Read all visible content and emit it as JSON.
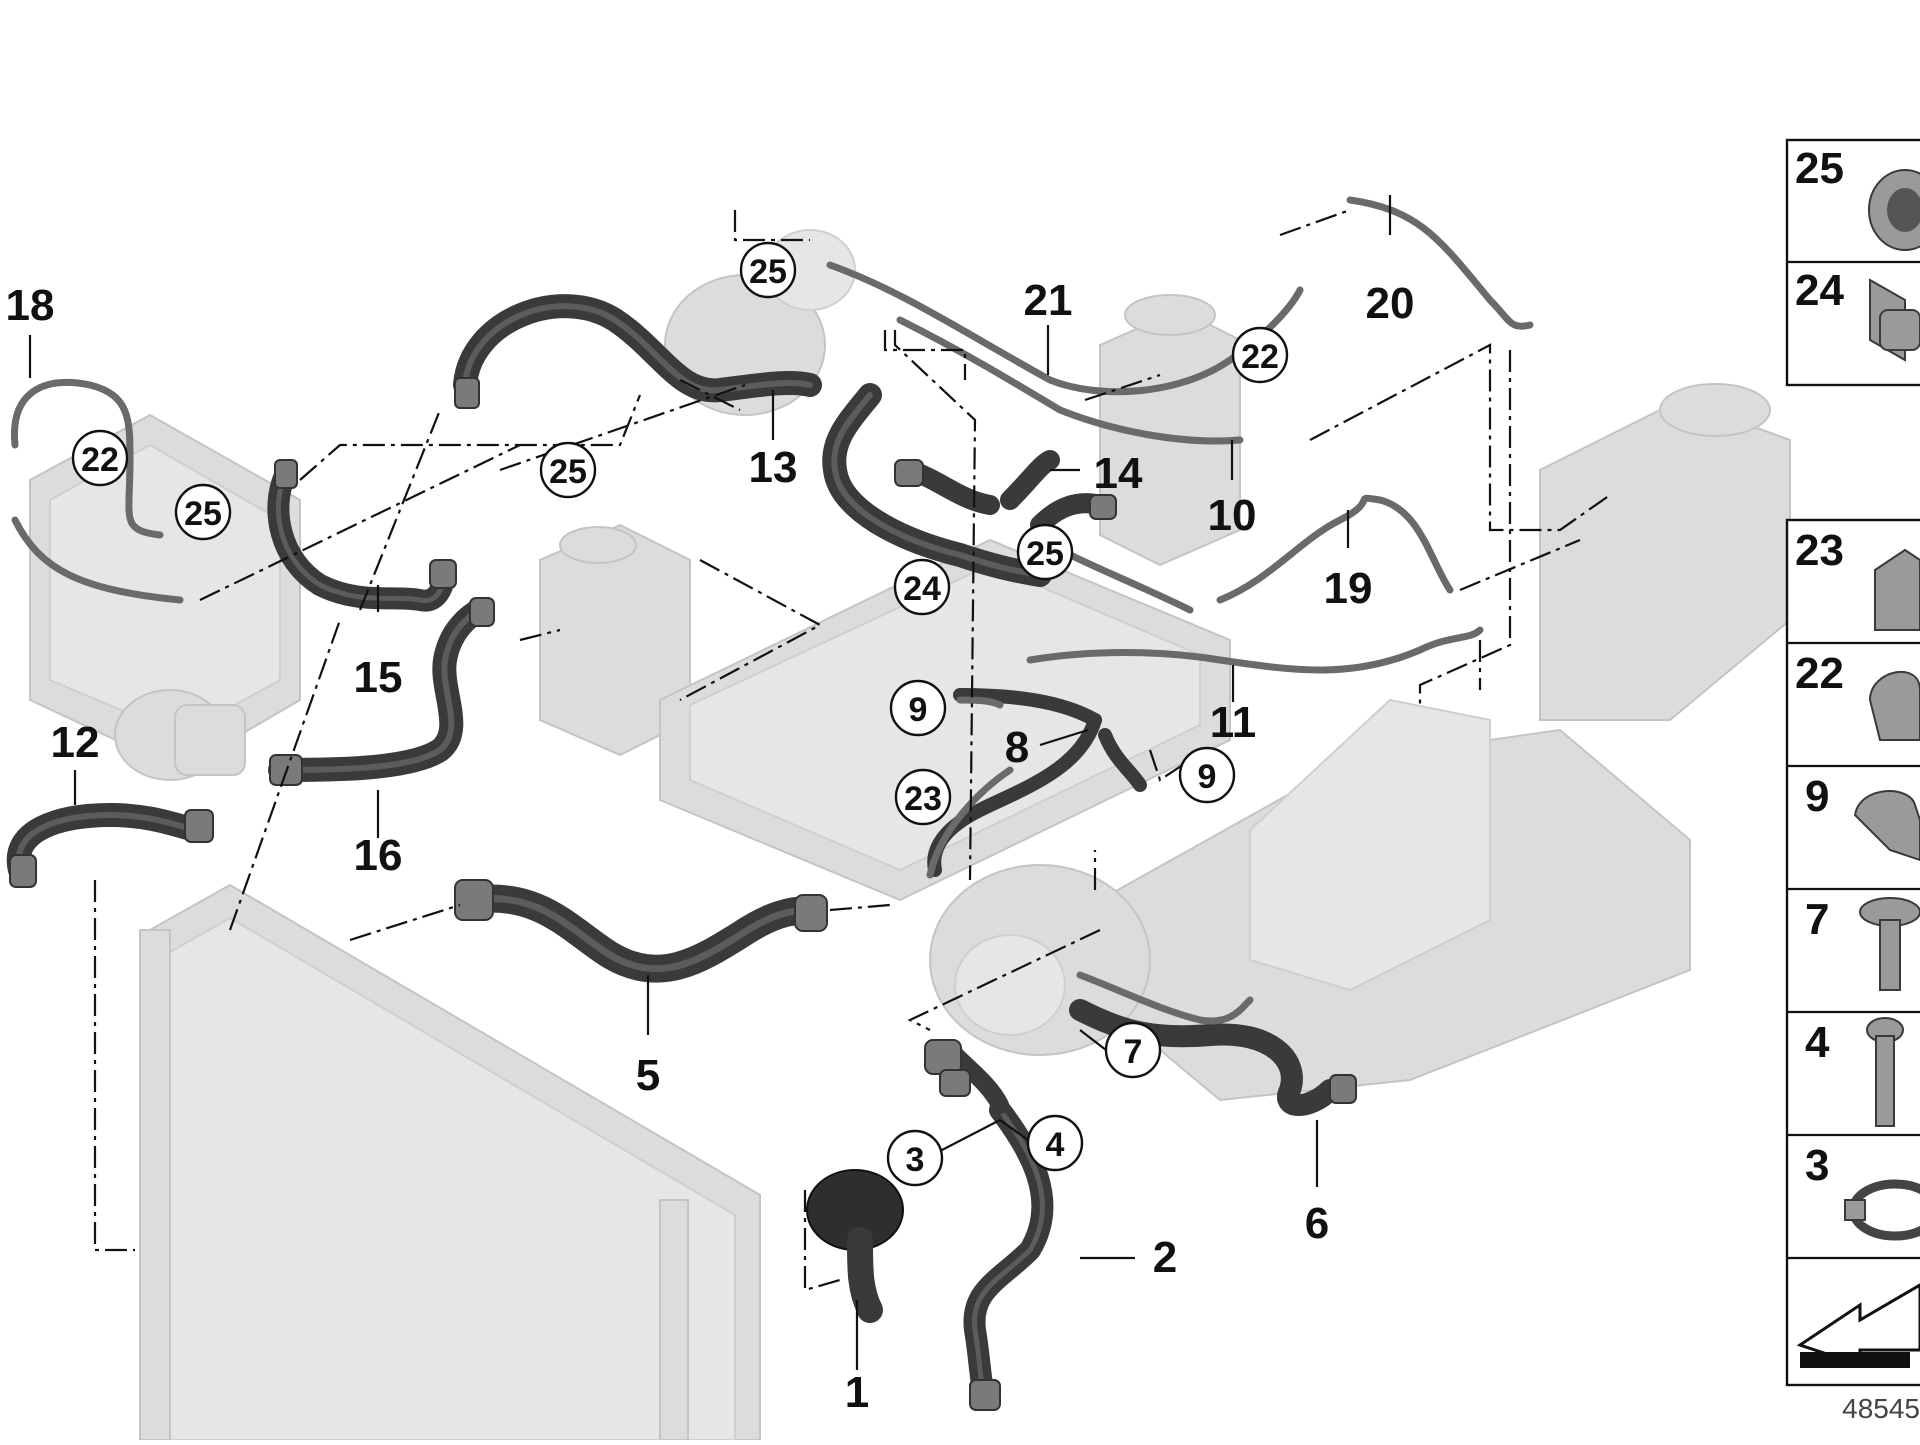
{
  "diagram": {
    "plain_labels": [
      {
        "id": "18",
        "text": "18"
      },
      {
        "id": "21",
        "text": "21"
      },
      {
        "id": "20",
        "text": "20"
      },
      {
        "id": "13",
        "text": "13"
      },
      {
        "id": "14",
        "text": "14"
      },
      {
        "id": "10",
        "text": "10"
      },
      {
        "id": "19",
        "text": "19"
      },
      {
        "id": "15",
        "text": "15"
      },
      {
        "id": "11",
        "text": "11"
      },
      {
        "id": "12",
        "text": "12"
      },
      {
        "id": "8",
        "text": "8"
      },
      {
        "id": "16",
        "text": "16"
      },
      {
        "id": "5",
        "text": "5"
      },
      {
        "id": "6",
        "text": "6"
      },
      {
        "id": "2",
        "text": "2"
      },
      {
        "id": "1",
        "text": "1"
      }
    ],
    "circled_labels": [
      {
        "id": "25a",
        "text": "25"
      },
      {
        "id": "22a",
        "text": "22"
      },
      {
        "id": "22b",
        "text": "22"
      },
      {
        "id": "25b",
        "text": "25"
      },
      {
        "id": "25c",
        "text": "25"
      },
      {
        "id": "25d",
        "text": "25"
      },
      {
        "id": "24",
        "text": "24"
      },
      {
        "id": "9a",
        "text": "9"
      },
      {
        "id": "9b",
        "text": "9"
      },
      {
        "id": "23",
        "text": "23"
      },
      {
        "id": "7",
        "text": "7"
      },
      {
        "id": "4",
        "text": "4"
      },
      {
        "id": "3",
        "text": "3"
      }
    ],
    "legend": [
      {
        "id": "25",
        "text": "25",
        "icon": "clamp-25-icon"
      },
      {
        "id": "24",
        "text": "24",
        "icon": "clip-24-icon"
      },
      {
        "id": "23",
        "text": "23",
        "icon": "holder-23-icon"
      },
      {
        "id": "22",
        "text": "22",
        "icon": "holder-22-icon"
      },
      {
        "id": "9",
        "text": "9",
        "icon": "bracket-9-icon"
      },
      {
        "id": "7",
        "text": "7",
        "icon": "bolt-7-icon"
      },
      {
        "id": "4",
        "text": "4",
        "icon": "bolt-4-icon"
      },
      {
        "id": "3",
        "text": "3",
        "icon": "hose-clamp-3-icon"
      }
    ],
    "corner_icon": "arrow-box-icon",
    "diagram_number": "48545"
  }
}
